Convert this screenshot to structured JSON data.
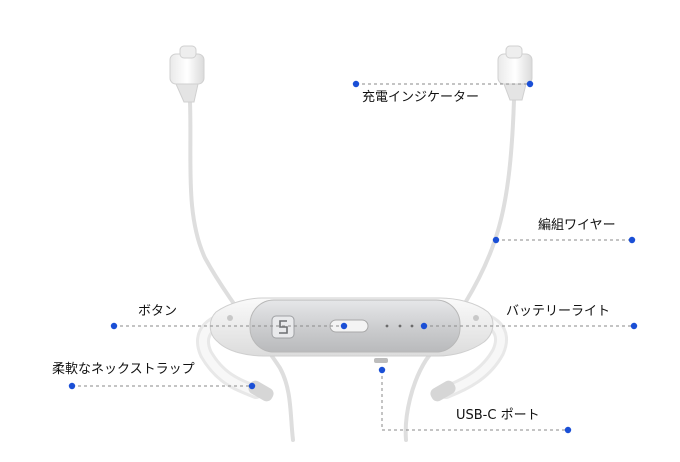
{
  "labels": {
    "charging_indicator": "充電インジケーター",
    "braided_wire": "編組ワイヤー",
    "button": "ボタン",
    "battery_light": "バッテリーライト",
    "flexible_strap": "柔軟なネックストラップ",
    "usb_c_port": "USB-C ポート"
  },
  "colors": {
    "accent": "#1a4fd6",
    "leader": "#8a8a8a",
    "device_body": "#f2f2f2",
    "device_panel": "#cfd0d2"
  },
  "icons": {
    "logo": "S-logo-icon"
  }
}
